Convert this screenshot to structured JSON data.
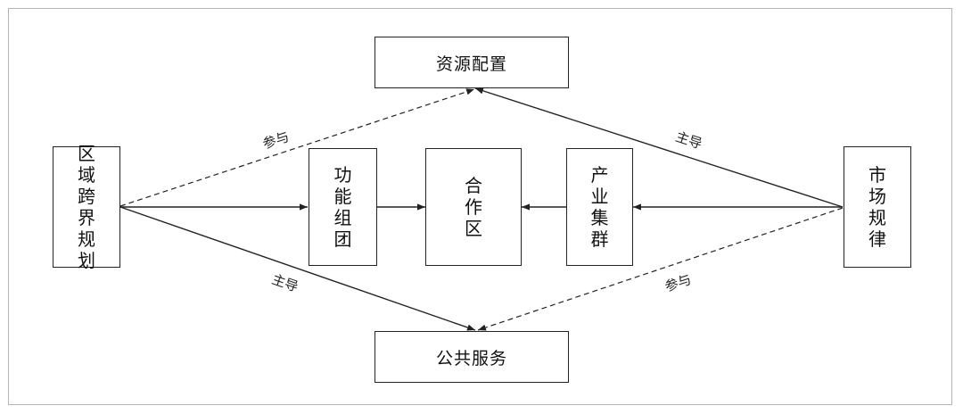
{
  "nodes": {
    "resource_allocation": "资源配置",
    "regional_planning": "区域跨界规划",
    "functional_group": "功能组团",
    "cooperation_zone": "合作区",
    "industrial_cluster": "产业集群",
    "market_law": "市场规律",
    "public_service": "公共服务"
  },
  "edges": {
    "label_participate": "参与",
    "label_lead": "主导"
  }
}
